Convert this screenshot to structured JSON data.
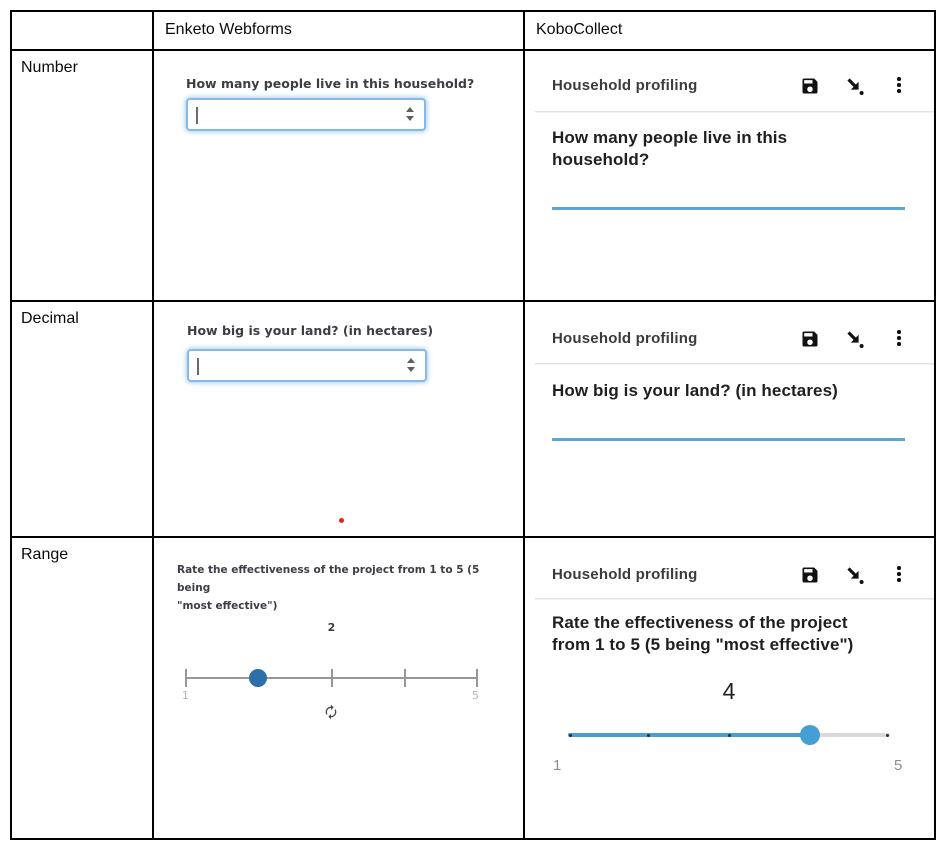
{
  "header": {
    "enketo": "Enketo Webforms",
    "kobo": "KoboCollect"
  },
  "row_labels": {
    "number": "Number",
    "decimal": "Decimal",
    "range": "Range"
  },
  "kobo_app": {
    "title": "Household profiling",
    "icons": [
      "save-icon",
      "jump-to-end-icon",
      "overflow-menu-icon"
    ]
  },
  "enketo": {
    "number": {
      "question": "How many people live in this household?",
      "value": ""
    },
    "decimal": {
      "question": "How big is your land? (in hectares)",
      "value": ""
    },
    "range": {
      "question_line1": "Rate the effectiveness of the project from 1 to 5 (5 being",
      "question_line2": "\"most effective\")",
      "value": "2",
      "min": "1",
      "max": "5",
      "reset_icon": "reset-icon"
    }
  },
  "kobo": {
    "number": {
      "question_line1": "How many people live in this",
      "question_line2": "household?"
    },
    "decimal": {
      "question": "How big is your land? (in hectares)"
    },
    "range": {
      "question_line1": "Rate the effectiveness of the project",
      "question_line2": "from 1 to 5 (5 being \"most effective\")",
      "value": "4",
      "min": "1",
      "max": "5"
    }
  },
  "colors": {
    "kobo_blue": "#459fd4",
    "kobo_underline_blue": "#5ba7d1",
    "enketo_thumb_blue": "#2c6fab",
    "enketo_focus_border": "#85bae6",
    "red_dot": "#e4251b",
    "table_border": "#000000"
  }
}
